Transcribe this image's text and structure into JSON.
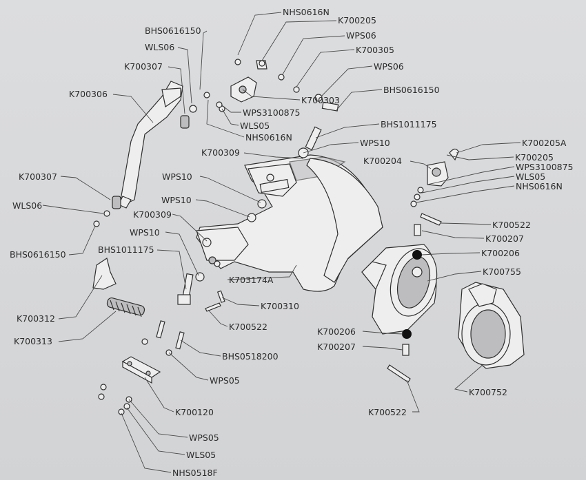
{
  "diagram": {
    "labels": {
      "nhs0616n_top": "NHS0616N",
      "k700205_top": "K700205",
      "bhs0616150_top": "BHS0616150",
      "wps06_a": "WPS06",
      "k700305": "K700305",
      "wls06_top": "WLS06",
      "k700307_top": "K700307",
      "wps06_b": "WPS06",
      "k700306": "K700306",
      "bhs0616150_mid": "BHS0616150",
      "k700303": "K700303",
      "wps3100875_a": "WPS3100875",
      "wls05_a": "WLS05",
      "nhs0616n_mid": "NHS0616N",
      "bhs1011175_right": "BHS1011175",
      "wps10_right": "WPS10",
      "k700309_top": "K700309",
      "k700205a": "K700205A",
      "k700205_right": "K700205",
      "k700204": "K700204",
      "wps3100875_b": "WPS3100875",
      "wls05_b": "WLS05",
      "nhs0616n_right": "NHS0616N",
      "k700307_left": "K700307",
      "wps10_a": "WPS10",
      "wps10_b": "WPS10",
      "wls06_left": "WLS06",
      "k700309_left": "K700309",
      "k700522_a": "K700522",
      "k700207_a": "K700207",
      "bhs0616150_left": "BHS0616150",
      "wps10_c": "WPS10",
      "k700206_a": "K700206",
      "bhs1011175_left": "BHS1011175",
      "k700755": "K700755",
      "k703174a": "K703174A",
      "k700310": "K700310",
      "k700312": "K700312",
      "k700522_b": "K700522",
      "k700313": "K700313",
      "k700206_b": "K700206",
      "k700207_b": "K700207",
      "bhs0518200": "BHS0518200",
      "wps05_a": "WPS05",
      "k700752": "K700752",
      "k700120": "K700120",
      "k700522_c": "K700522",
      "wps05_b": "WPS05",
      "wls05_c": "WLS05",
      "nhs0518f": "NHS0518F"
    }
  }
}
